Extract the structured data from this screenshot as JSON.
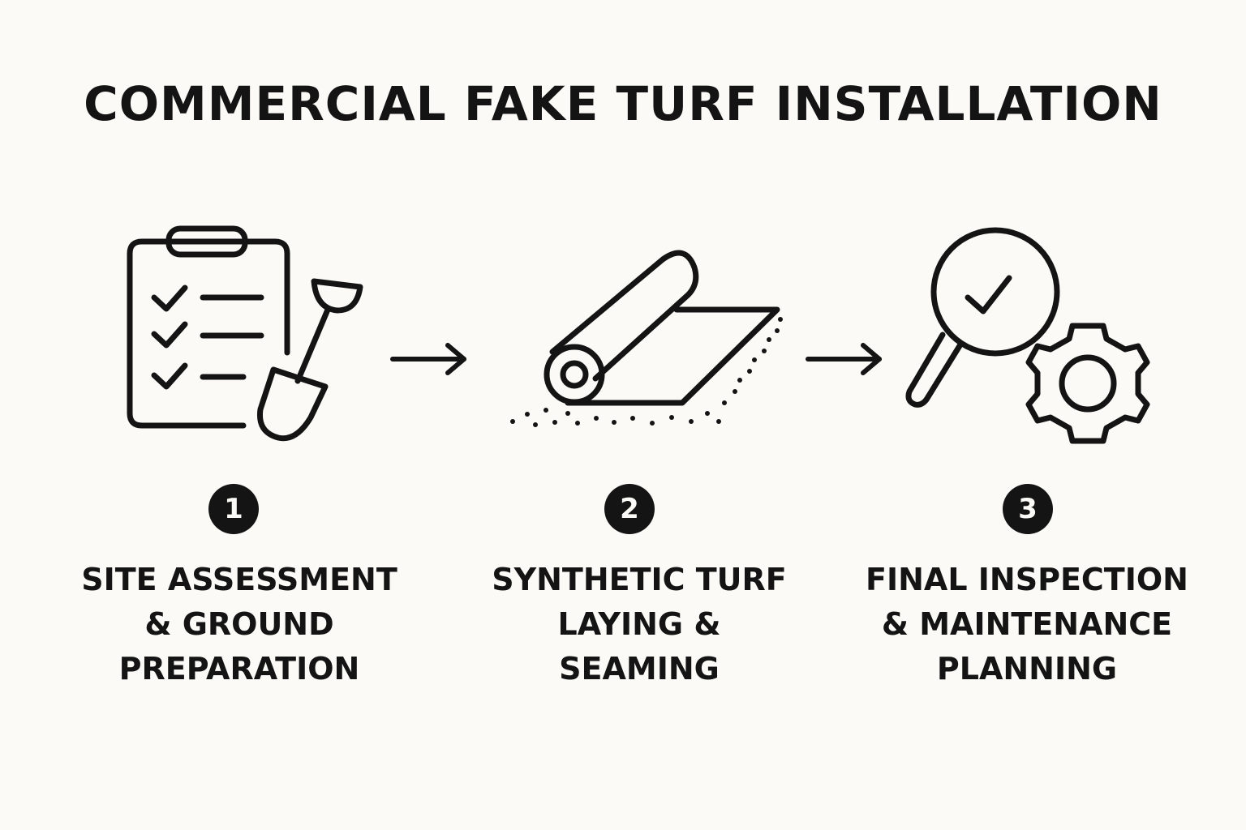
{
  "title": "COMMERCIAL FAKE TURF INSTALLATION",
  "colors": {
    "background": "#fbfaf6",
    "ink": "#141414"
  },
  "steps": [
    {
      "number": "1",
      "icon": "clipboard-shovel-icon",
      "lines": [
        "SITE ASSESSMENT",
        "& GROUND",
        "PREPARATION"
      ]
    },
    {
      "number": "2",
      "icon": "turf-roll-icon",
      "lines": [
        "SYNTHETIC TURF",
        "LAYING &",
        "SEAMING"
      ]
    },
    {
      "number": "3",
      "icon": "magnifier-gear-icon",
      "lines": [
        "FINAL INSPECTION",
        "& MAINTENANCE",
        "PLANNING"
      ]
    }
  ]
}
